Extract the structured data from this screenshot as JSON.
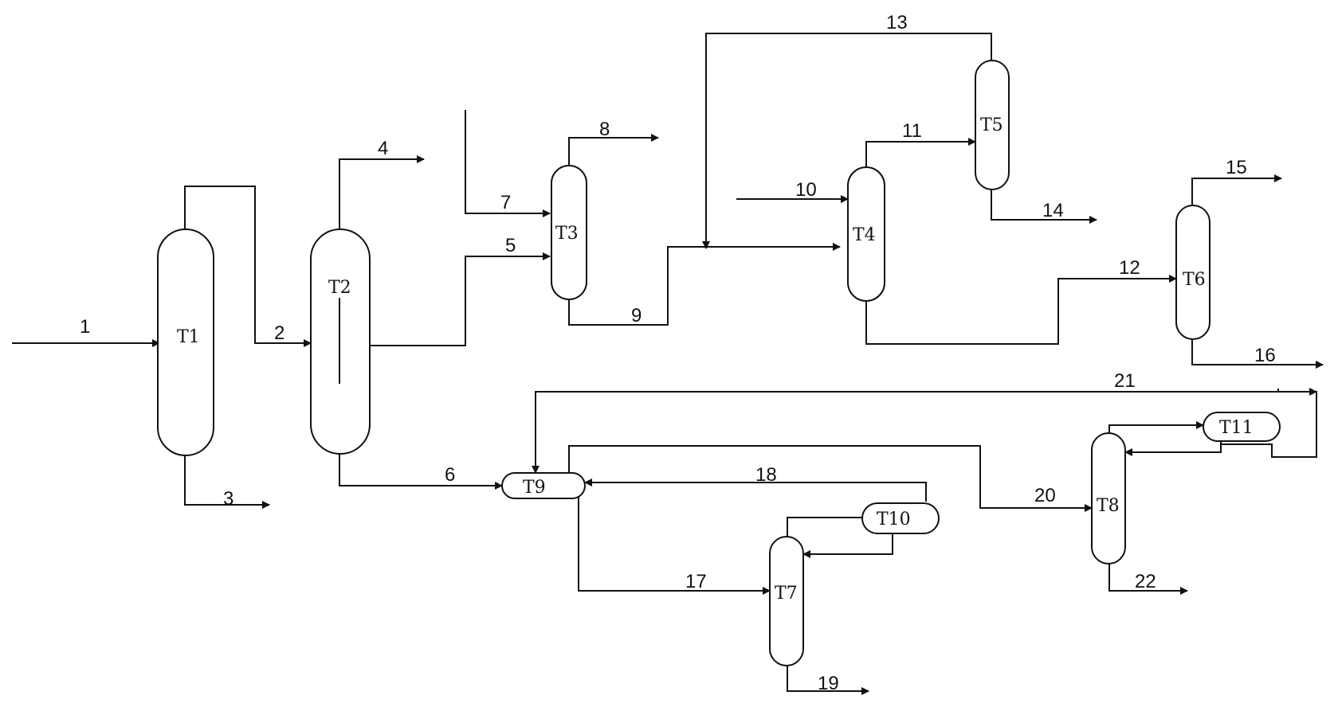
{
  "vessels": {
    "T1": "T1",
    "T2": "T2",
    "T3": "T3",
    "T4": "T4",
    "T5": "T5",
    "T6": "T6",
    "T7": "T7",
    "T8": "T8",
    "T9": "T9",
    "T10": "T10",
    "T11": "T11"
  },
  "streams": {
    "s1": "1",
    "s2": "2",
    "s3": "3",
    "s4": "4",
    "s5": "5",
    "s6": "6",
    "s7": "7",
    "s8": "8",
    "s9": "9",
    "s10": "10",
    "s11": "11",
    "s12": "12",
    "s13": "13",
    "s14": "14",
    "s15": "15",
    "s16": "16",
    "s17": "17",
    "s18": "18",
    "s19": "19",
    "s20": "20",
    "s21": "21",
    "s22": "22"
  }
}
